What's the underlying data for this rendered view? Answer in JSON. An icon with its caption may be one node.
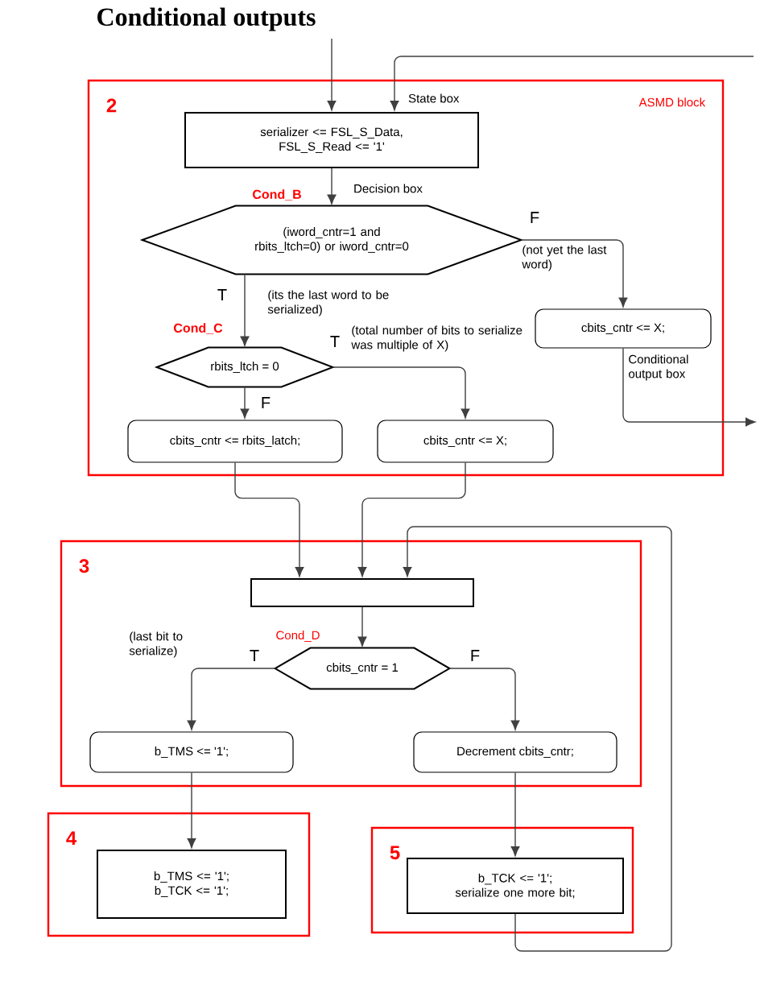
{
  "diagram": {
    "title": "Conditional outputs",
    "nodes": [
      {
        "text": [
          "2",
          "ASMD block"
        ]
      },
      {
        "text": [
          "serializer <= FSL_S_Data, FSL_S_Read <= '1'"
        ],
        "in": 0,
        "beside": [
          "State box"
        ]
      },
      {
        "text": [
          "(iword_cntr=1 and rbits_ltch=0) or iword_cntr=0"
        ],
        "in": 0,
        "beside": [
          "Cond_B",
          "Decision box"
        ]
      },
      {
        "text": [
          "cbits_cntr <= X;"
        ],
        "in": 0,
        "beside": [
          "Conditional output box"
        ]
      },
      {
        "text": [
          "rbits_ltch = 0"
        ],
        "in": 0,
        "beside": [
          "Cond_C"
        ]
      },
      {
        "text": [
          "cbits_cntr <= rbits_latch;"
        ],
        "in": 0
      },
      {
        "text": [
          "cbits_cntr <= X;"
        ],
        "in": 0
      },
      {
        "text": [
          "3"
        ]
      },
      {
        "text": [],
        "shape": "box",
        "in": 7
      },
      {
        "text": [
          "cbits_cntr = 1"
        ],
        "in": 7,
        "beside": [
          "Cond_D"
        ]
      },
      {
        "text": [
          "b_TMS <= '1';"
        ],
        "in": 7
      },
      {
        "text": [
          "Decrement cbits_cntr;"
        ],
        "in": 7
      },
      {
        "text": [
          "4"
        ]
      },
      {
        "text": [
          "b_TMS <= '1'; b_TCK <= '1';"
        ],
        "in": 12
      },
      {
        "text": [
          "5"
        ]
      },
      {
        "text": [
          "b_TCK <= '1'; serialize one more bit;"
        ],
        "in": 14
      }
    ],
    "edges": [
      {
        "from": null,
        "to": 1,
        "arrow": "to"
      },
      {
        "from": null,
        "to": 1,
        "arrow": "to"
      },
      {
        "from": 1,
        "to": 2,
        "arrow": "to"
      },
      {
        "from": 2,
        "to": 3,
        "arrow": "to",
        "label": "F"
      },
      {
        "from": 2,
        "to": 4,
        "arrow": "to",
        "label": "T"
      },
      {
        "from": 4,
        "to": 6,
        "arrow": "to",
        "label": "T"
      },
      {
        "from": 4,
        "to": 5,
        "arrow": "to",
        "label": "F"
      },
      {
        "from": 3,
        "to": null,
        "arrow": "to"
      },
      {
        "from": 5,
        "to": 8,
        "arrow": "to"
      },
      {
        "from": 6,
        "to": 8,
        "arrow": "to"
      },
      {
        "from": 15,
        "to": 8,
        "arrow": "to"
      },
      {
        "from": 8,
        "to": 9,
        "arrow": "to"
      },
      {
        "from": 9,
        "to": 10,
        "arrow": "to",
        "label": "T"
      },
      {
        "from": 9,
        "to": 11,
        "arrow": "to",
        "label": "F"
      },
      {
        "from": 10,
        "to": 13,
        "arrow": "to"
      },
      {
        "from": 11,
        "to": 15,
        "arrow": "to"
      }
    ],
    "labels": [
      "(not yet the last word)",
      "(its the last word to be serialized)",
      "(total number of bits to serialize was multiple of X)",
      "(last bit to serialize)"
    ]
  }
}
